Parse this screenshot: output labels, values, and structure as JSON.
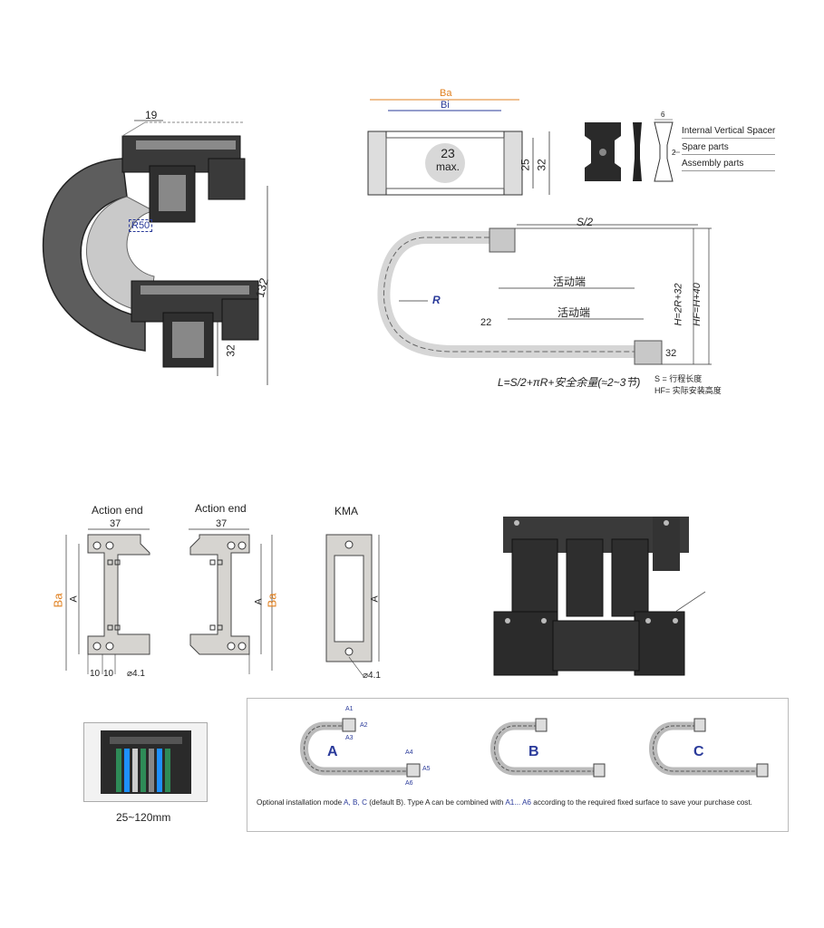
{
  "chain_3d": {
    "dim_width": "19",
    "dim_radius": "R50",
    "dim_height": "132",
    "dim_link_height": "32"
  },
  "cross_section": {
    "outer_width": "Ba",
    "inner_width": "Bi",
    "max_value": "23",
    "max_label": "max.",
    "inner_height": "25",
    "outer_height": "32",
    "dim_small": "6",
    "dim_tick": "2"
  },
  "parts": {
    "items": [
      "Internal Vertical Spacer",
      "Spare parts",
      "Assembly parts"
    ]
  },
  "travel": {
    "half_stroke": "S/2",
    "moving_end_1": "活动端",
    "moving_end_2": "活动端",
    "radius": "R",
    "pitch": "22",
    "height_formula": "H=2R+32",
    "install_formula": "HF=H+40",
    "end_height": "32",
    "length_formula": "L=S/2+πR+安全余量(≈2~3节)",
    "legend_s": "S  = 行程长度",
    "legend_hf": "HF= 实际安装高度"
  },
  "brackets": [
    {
      "title": "Action end",
      "width": "37",
      "ba": "Ba",
      "a": "A",
      "d1": "10",
      "d2": "10",
      "hole": "⌀4.1"
    },
    {
      "title": "Action end",
      "width": "37",
      "ba": "Ba",
      "a": "A"
    },
    {
      "title": "KMA",
      "a": "A",
      "hole": "⌀4.1"
    }
  ],
  "photo": {
    "caption": "25~120mm"
  },
  "install": {
    "labels": [
      "A",
      "B",
      "C"
    ],
    "a_marks": [
      "A1",
      "A2",
      "A3",
      "A4",
      "A5",
      "A6"
    ],
    "note_1": "Optional  installation mode ",
    "note_abc": "A, B, C",
    "note_2": " (default B). Type A can be combined with ",
    "note_a": "A1... A6",
    "note_3": " according to the required fixed surface to save your purchase cost."
  },
  "colors": {
    "chain": "#3a3a3a",
    "orange": "#e08020",
    "blue": "#2a3a9a",
    "bracket": "#d6d4d0"
  }
}
